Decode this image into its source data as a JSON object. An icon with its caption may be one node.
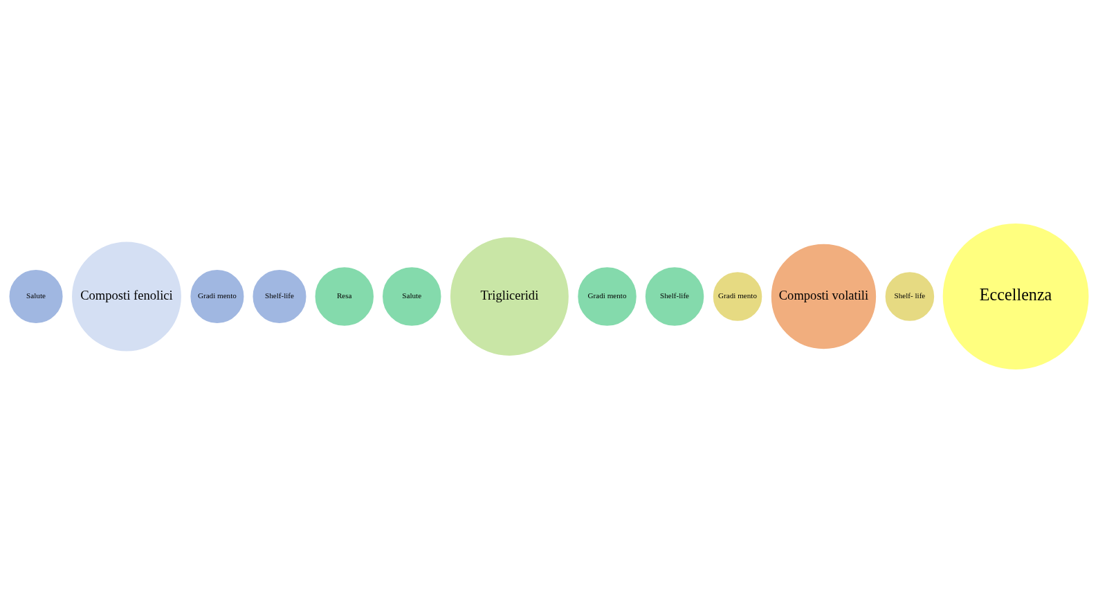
{
  "diagram": {
    "nodes": [
      {
        "text": [
          "Salute"
        ]
      },
      {
        "text": [
          "Composti fenolici"
        ]
      },
      {
        "text": [
          "Gradi mento"
        ]
      },
      {
        "text": [
          "Shelf-life"
        ]
      },
      {
        "text": [
          "Resa"
        ]
      },
      {
        "text": [
          "Salute"
        ]
      },
      {
        "text": [
          "Trigliceridi"
        ]
      },
      {
        "text": [
          "Gradi mento"
        ]
      },
      {
        "text": [
          "Shelf-life"
        ]
      },
      {
        "text": [
          "Gradi mento"
        ]
      },
      {
        "text": [
          "Composti volatili"
        ]
      },
      {
        "text": [
          "Shelf- life"
        ]
      },
      {
        "text": [
          "Eccellenza"
        ]
      }
    ],
    "edges": []
  }
}
